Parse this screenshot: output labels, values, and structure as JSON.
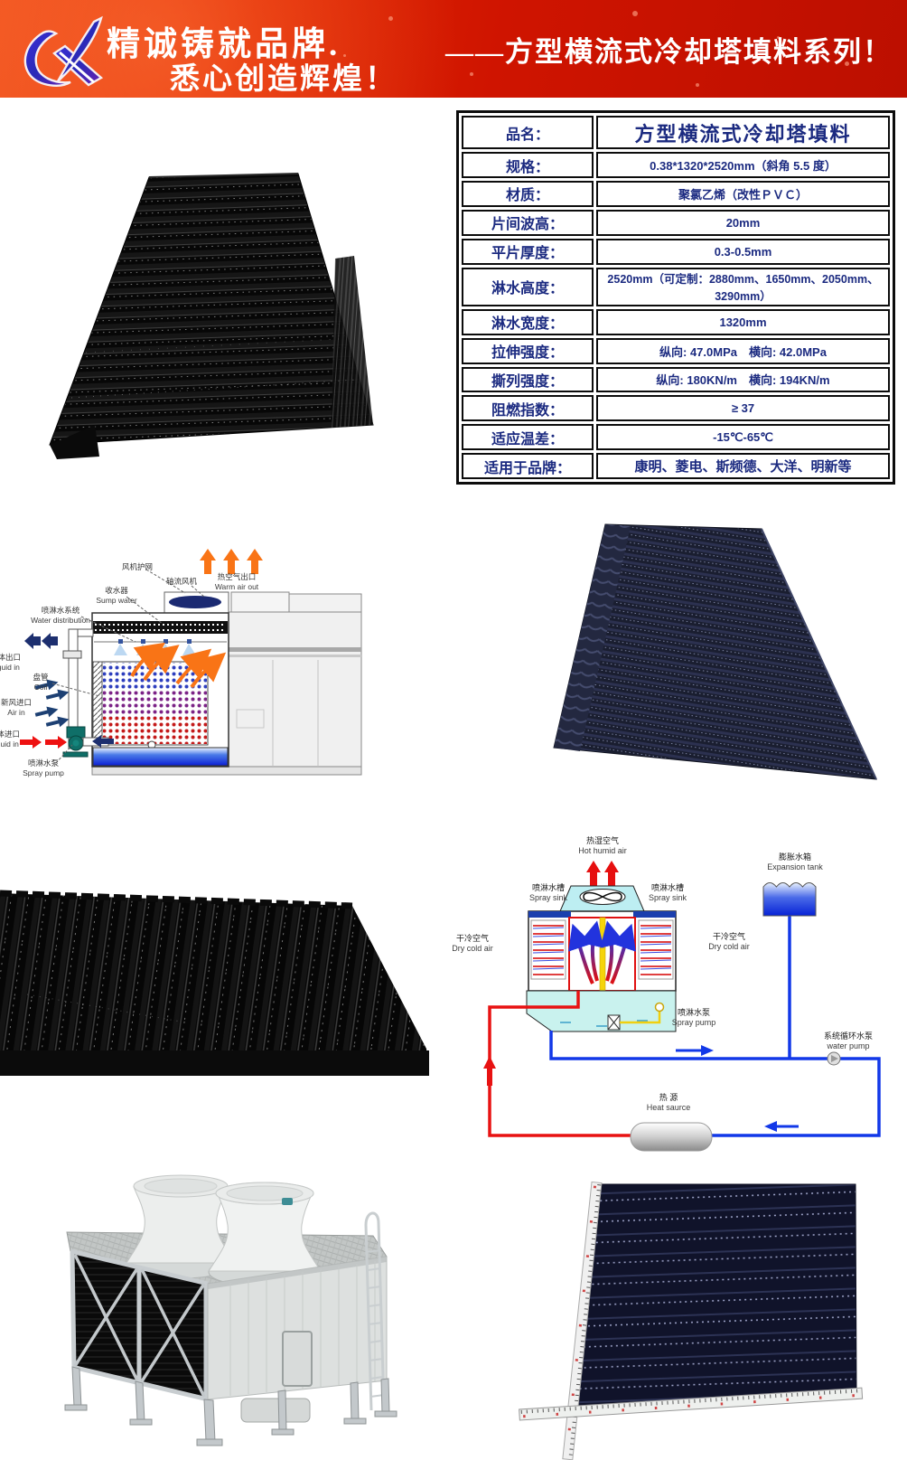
{
  "banner": {
    "slogan_line1": "精诚铸就品牌.",
    "slogan_line2": "悉心创造辉煌！",
    "series_title": "——方型横流式冷却塔填料系列！",
    "logo": "CX-logo"
  },
  "colors": {
    "banner_red": "#d01500",
    "table_text_navy": "#1b2a80",
    "fill_black": "#0a0a0a",
    "fill_navy": "#1a1e30"
  },
  "spec_table": {
    "rows": [
      {
        "label": "品名：",
        "value": "方型横流式冷却塔填料"
      },
      {
        "label": "规格：",
        "value": "0.38*1320*2520mm（斜角 5.5 度）"
      },
      {
        "label": "材质：",
        "value": "聚氯乙烯（改性ＰＶＣ）"
      },
      {
        "label": "片间波高：",
        "value": "20mm"
      },
      {
        "label": "平片厚度：",
        "value": "0.3-0.5mm"
      },
      {
        "label": "淋水高度：",
        "value": "2520mm（可定制：2880mm、1650mm、2050mm、3290mm）"
      },
      {
        "label": "淋水宽度：",
        "value": "1320mm"
      },
      {
        "label": "拉伸强度：",
        "value": "纵向: 47.0MPa　横向: 42.0MPa"
      },
      {
        "label": "撕列强度：",
        "value": "纵向: 180KN/m　横向: 194KN/m"
      },
      {
        "label": "阻燃指数：",
        "value": "≥ 37"
      },
      {
        "label": "适应温差：",
        "value": "-15℃-65℃"
      },
      {
        "label": "适用于品牌：",
        "value": "康明、菱电、斯频德、大洋、明新等"
      }
    ]
  },
  "tower_diagram": {
    "fan_guard": "风机护网",
    "axial_fan": "轴流风机",
    "warm_air_cn": "热空气出口",
    "warm_air_en": "Warm air out",
    "sump_cn": "收水器",
    "sump_en": "Sump water",
    "water_dist_cn": "喷淋水系统",
    "water_dist_en": "Water distribution",
    "liquid_out_cn": "液体出口",
    "liquid_out_en": "Liguid in",
    "coil_cn": "盘管",
    "coil_en": "Coil",
    "air_in_cn": "新风进口",
    "air_in_en": "Air in",
    "liquid_in_cn": "液体进口",
    "liquid_in_en": "Liguid in",
    "spray_pump_cn": "喷淋水泵",
    "spray_pump_en": "Spray pump"
  },
  "system_diagram": {
    "hot_humid_cn": "热湿空气",
    "hot_humid_en": "Hot humid air",
    "spray_sink_cn": "喷淋水槽",
    "spray_sink_en": "Spray sink",
    "dry_cold_cn": "干冷空气",
    "dry_cold_en": "Dry cold air",
    "expansion_cn": "膨胀水箱",
    "expansion_en": "Expansion tank",
    "spray_pump_cn": "喷淋水泵",
    "spray_pump_en": "Spray pump",
    "water_pump_cn": "系统循环水泵",
    "water_pump_en": "water pump",
    "heat_cn": "热  源",
    "heat_en": "Heat saurce"
  }
}
